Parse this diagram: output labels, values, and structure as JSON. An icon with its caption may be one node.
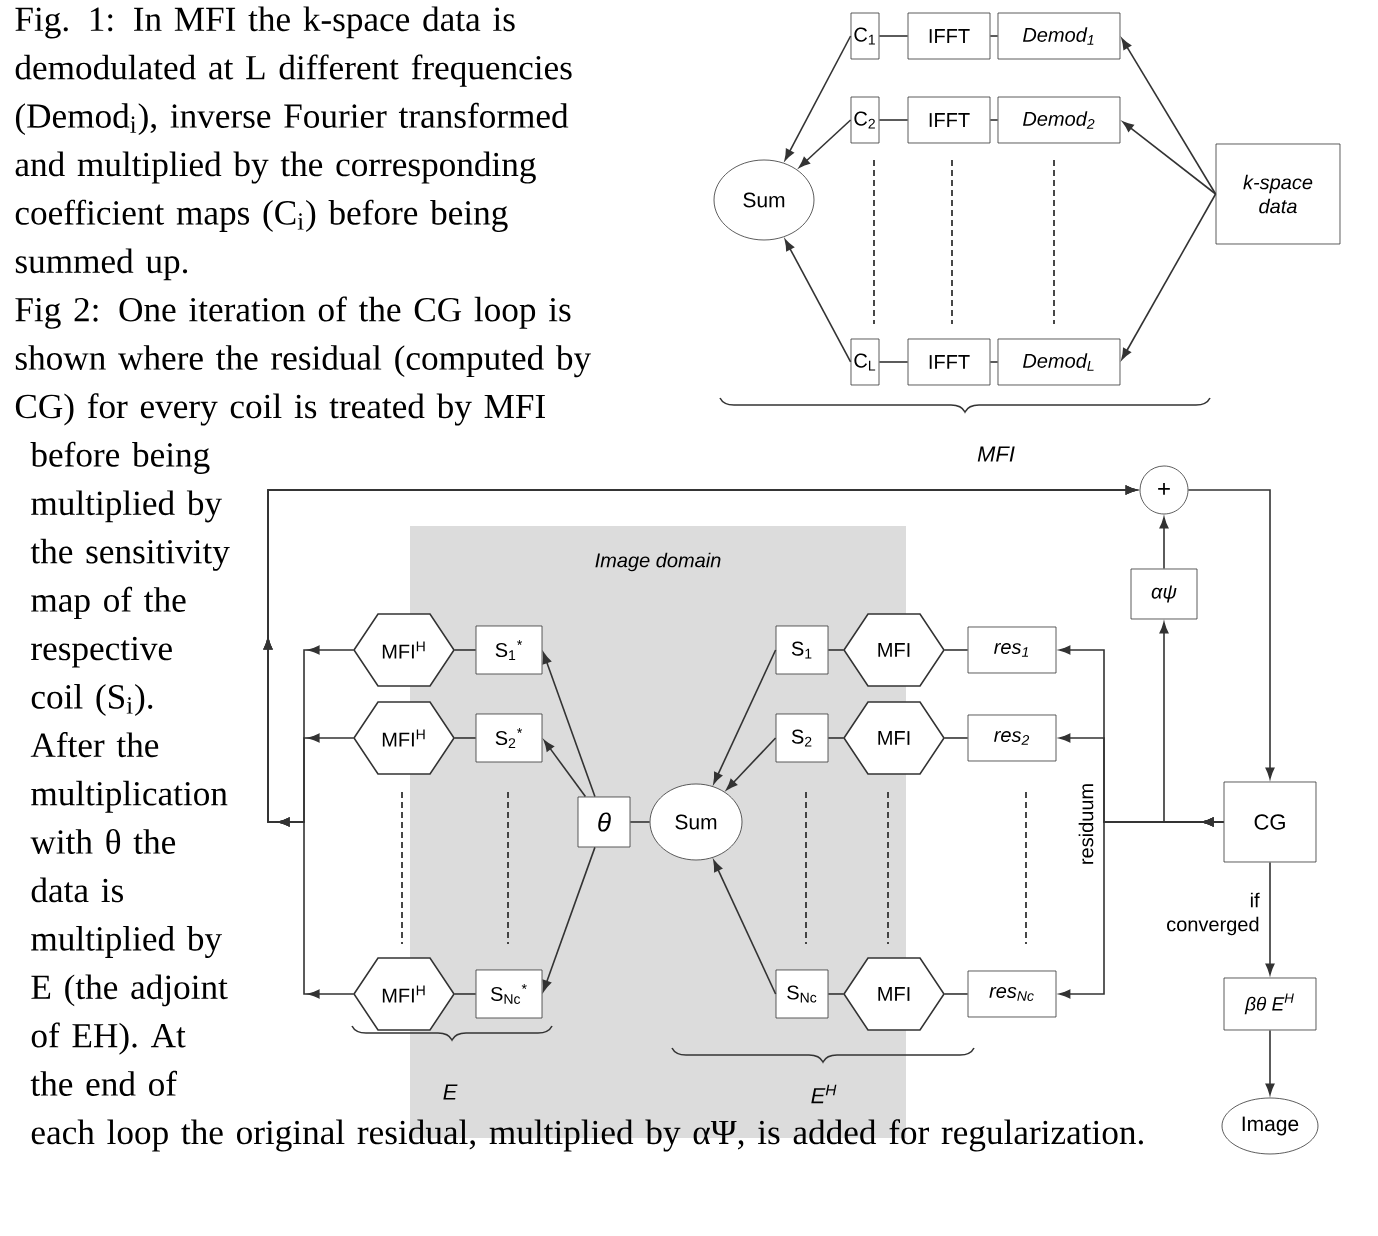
{
  "diagram": {
    "nodes": [
      {
        "text": [
          "C$_{1}$"
        ]
      },
      {
        "text": [
          "IFFT"
        ]
      },
      {
        "text": [
          "Demod$_{1}$"
        ]
      },
      {
        "text": [
          "C$_{2}$"
        ]
      },
      {
        "text": [
          "IFFT"
        ]
      },
      {
        "text": [
          "Demod$_{2}$"
        ]
      },
      {
        "text": [
          "C$_{L}$"
        ]
      },
      {
        "text": [
          "IFFT"
        ]
      },
      {
        "text": [
          "Demod$_{L}$"
        ]
      },
      {
        "text": [
          "Sum"
        ]
      },
      {
        "text": [
          "k-space data"
        ]
      },
      {
        "text": [
          "Image domain"
        ]
      },
      {
        "text": [
          "MFI$^{H}$"
        ]
      },
      {
        "text": [
          "S$_{1}$$^{*}$"
        ],
        "in": 11
      },
      {
        "text": [
          "S$_{1}$"
        ],
        "in": 11
      },
      {
        "text": [
          "MFI"
        ]
      },
      {
        "text": [
          "res$_{1}$"
        ]
      },
      {
        "text": [
          "MFI$^{H}$"
        ]
      },
      {
        "text": [
          "S$_{2}$$^{*}$"
        ],
        "in": 11
      },
      {
        "text": [
          "S$_{2}$"
        ],
        "in": 11
      },
      {
        "text": [
          "MFI"
        ]
      },
      {
        "text": [
          "res$_{2}$"
        ]
      },
      {
        "text": [
          "θ"
        ],
        "in": 11
      },
      {
        "text": [
          "Sum"
        ],
        "in": 11
      },
      {
        "text": [
          "MFI$^{H}$"
        ]
      },
      {
        "text": [
          "S$_{Nc}$$^{*}$"
        ],
        "in": 11
      },
      {
        "text": [
          "S$_{Nc}$"
        ],
        "in": 11
      },
      {
        "text": [
          "MFI"
        ]
      },
      {
        "text": [
          "res$_{Nc}$"
        ]
      },
      {
        "text": [
          "+"
        ]
      },
      {
        "text": [
          "αψ"
        ]
      },
      {
        "text": [
          "CG"
        ]
      },
      {
        "text": [
          "βθ E$^{H}$"
        ]
      },
      {
        "text": [
          "Image"
        ]
      }
    ],
    "edges": [
      {
        "from": 10,
        "to": 2,
        "arrow": "to"
      },
      {
        "from": 10,
        "to": 5,
        "arrow": "to"
      },
      {
        "from": 10,
        "to": 8,
        "arrow": "to"
      },
      {
        "from": 2,
        "to": 1,
        "arrow": "none"
      },
      {
        "from": 1,
        "to": 0,
        "arrow": "none"
      },
      {
        "from": 5,
        "to": 4,
        "arrow": "none"
      },
      {
        "from": 4,
        "to": 3,
        "arrow": "none"
      },
      {
        "from": 8,
        "to": 7,
        "arrow": "none"
      },
      {
        "from": 7,
        "to": 6,
        "arrow": "none"
      },
      {
        "from": 0,
        "to": 9,
        "arrow": "to"
      },
      {
        "from": 3,
        "to": 9,
        "arrow": "to"
      },
      {
        "from": 6,
        "to": 9,
        "arrow": "to"
      },
      {
        "from": 31,
        "to": 16,
        "arrow": "to"
      },
      {
        "from": 31,
        "to": 21,
        "arrow": "to"
      },
      {
        "from": 31,
        "to": 28,
        "arrow": "to"
      },
      {
        "from": 31,
        "to": 30,
        "arrow": "to"
      },
      {
        "from": 16,
        "to": 15,
        "arrow": "none"
      },
      {
        "from": 15,
        "to": 14,
        "arrow": "none"
      },
      {
        "from": 21,
        "to": 20,
        "arrow": "none"
      },
      {
        "from": 20,
        "to": 19,
        "arrow": "none"
      },
      {
        "from": 28,
        "to": 27,
        "arrow": "none"
      },
      {
        "from": 27,
        "to": 26,
        "arrow": "none"
      },
      {
        "from": 14,
        "to": 23,
        "arrow": "to"
      },
      {
        "from": 19,
        "to": 23,
        "arrow": "to"
      },
      {
        "from": 26,
        "to": 23,
        "arrow": "to"
      },
      {
        "from": 23,
        "to": 22,
        "arrow": "none"
      },
      {
        "from": 22,
        "to": 13,
        "arrow": "to"
      },
      {
        "from": 22,
        "to": 18,
        "arrow": "to"
      },
      {
        "from": 22,
        "to": 25,
        "arrow": "to"
      },
      {
        "from": 13,
        "to": 12,
        "arrow": "none"
      },
      {
        "from": 18,
        "to": 17,
        "arrow": "none"
      },
      {
        "from": 25,
        "to": 24,
        "arrow": "none"
      },
      {
        "from": 12,
        "to": 29,
        "arrow": "to"
      },
      {
        "from": 17,
        "to": 29,
        "arrow": "to"
      },
      {
        "from": 24,
        "to": 29,
        "arrow": "to"
      },
      {
        "from": 30,
        "to": 29,
        "arrow": "to"
      },
      {
        "from": 29,
        "to": 31,
        "arrow": "to"
      },
      {
        "from": 31,
        "to": 32,
        "arrow": "to",
        "label": "if converged"
      },
      {
        "from": 32,
        "to": 33,
        "arrow": "to"
      }
    ],
    "labels": [
      "Fig. 1: In MFI the k-space data is demodulated at L different frequencies (Demod$_{i}$), inverse Fourier transformed and multiplied by the corresponding coefficient maps (C$_{i}$) before being summed up.",
      "Fig 2: One iteration of the CG loop is shown where the residual (computed by CG) for every coil is treated by MFI before being multiplied by the sensitivity map of the respective coil (S$_{i}$). After the multiplication with θ the data is multiplied by E (the adjoint of EH). At the end of each loop the original residual, multiplied by αΨ, is added for regularization.",
      "MFI",
      "E",
      "E$^{H}$",
      "residuum"
    ]
  }
}
